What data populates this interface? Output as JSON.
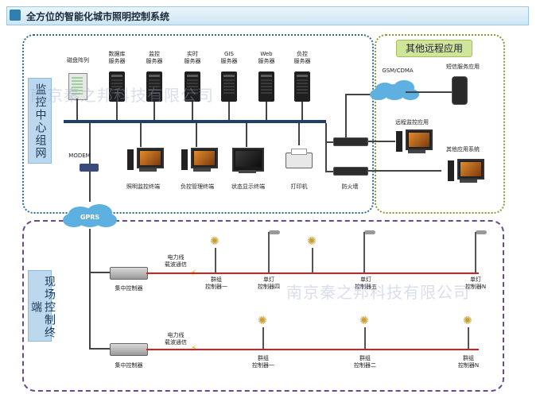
{
  "title": "全方位的智能化城市照明控制系统",
  "monitor_center_label": "监控中心组网",
  "field_label": "现场控制终端",
  "remote_title": "其他远程应用",
  "servers": [
    {
      "label": "磁盘阵列"
    },
    {
      "label": "数据库\n服务器"
    },
    {
      "label": "监控\n服务器"
    },
    {
      "label": "实时\n服务器"
    },
    {
      "label": "GIS\n服务器"
    },
    {
      "label": "Web\n服务器"
    },
    {
      "label": "负控\n服务器"
    }
  ],
  "terminals": [
    {
      "label": "照明监控终端"
    },
    {
      "label": "负控管理终端"
    },
    {
      "label": "状态显示终端"
    },
    {
      "label": "打印机"
    },
    {
      "label": "防火墙"
    }
  ],
  "modem_label": "MODEM",
  "gprs_label": "GPRS",
  "gsm_label": "GSM/CDMA",
  "remote_apps": [
    {
      "label": "短信服务应用"
    },
    {
      "label": "远程监控应用"
    },
    {
      "label": "其他应用系统"
    }
  ],
  "field_rows": [
    {
      "controller_label": "集中控制器",
      "plc_label": "电力线\n载波通信",
      "nodes": [
        {
          "label": "群组\n控制器一"
        },
        {
          "label": "单灯\n控制器四"
        },
        {
          "label": "单灯\n控制器五"
        },
        {
          "label": "单灯\n控制器N"
        }
      ]
    },
    {
      "controller_label": "集中控制器",
      "plc_label": "电力线\n载波通信",
      "nodes": [
        {
          "label": "群组\n控制器一"
        },
        {
          "label": "群组\n控制器二"
        },
        {
          "label": "群组\n控制器N"
        }
      ]
    }
  ],
  "watermark": "南京秦之邦科技有限公司"
}
